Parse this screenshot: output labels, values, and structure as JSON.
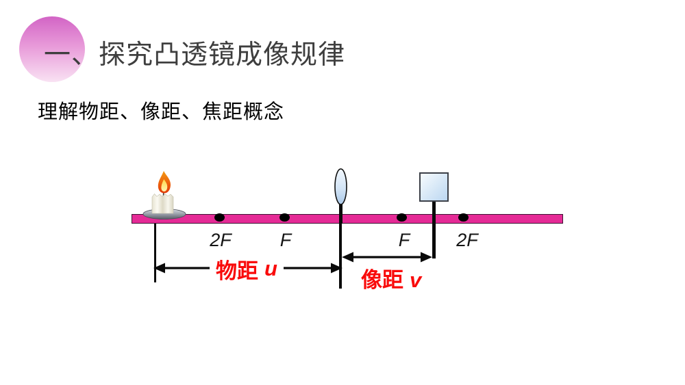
{
  "slide": {
    "title_prefix": "一、",
    "title": "探究凸透镜成像规律",
    "subtitle": "理解物距、像距、焦距概念"
  },
  "diagram": {
    "markers": [
      "2F",
      "F",
      "F",
      "2F"
    ],
    "object_distance": {
      "label": "物距",
      "symbol": "u"
    },
    "image_distance": {
      "label": "像距",
      "symbol": "v"
    },
    "components": {
      "candle": "candle-icon",
      "lens": "convex-lens-icon",
      "screen": "imaging-screen-icon"
    },
    "colors": {
      "rail": "#e52b96",
      "accent_red": "#f90b0b",
      "title_gray": "#3e3e3e",
      "circle_top": "#d264c5",
      "circle_bottom": "#f9e2f3",
      "lens_fill": "#bbd4ee",
      "screen_fill": "#bcd7f1"
    }
  }
}
